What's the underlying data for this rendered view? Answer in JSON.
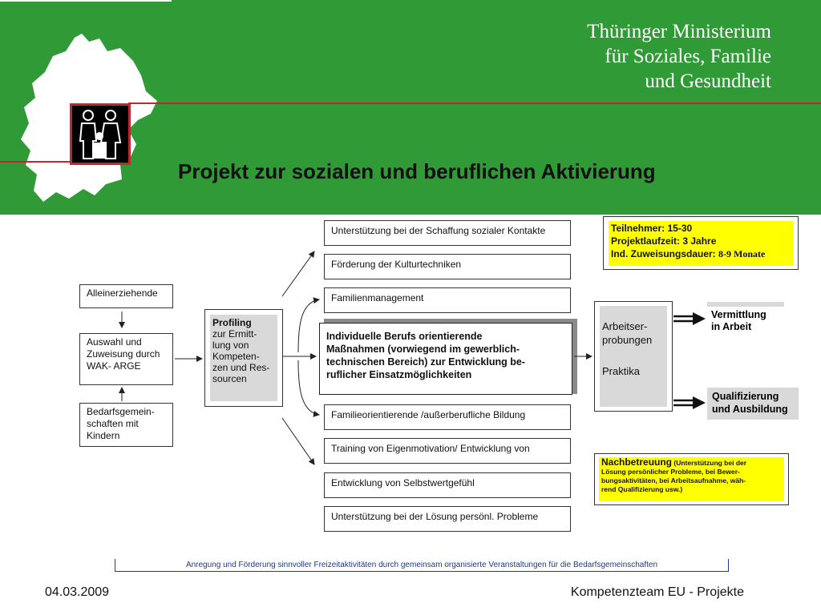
{
  "header": {
    "ministry_lines": [
      "Thüringer Ministerium",
      "für Soziales, Familie",
      "und Gesundheit"
    ],
    "title": "Projekt zur sozialen und beruflichen Aktivierung",
    "colors": {
      "green": "#2f9a36",
      "red": "#c0282d"
    }
  },
  "logo": {
    "icon": "family-figures-icon"
  },
  "left_column": {
    "alleinerziehende": "Alleinerziehende",
    "auswahl": [
      "Auswahl und",
      "Zuweisung durch",
      "WAK- ARGE"
    ],
    "bedarf": [
      "Bedarfsgemein-",
      "schaften mit",
      "Kindern"
    ]
  },
  "profiling": {
    "title": "Profiling",
    "lines": [
      "zur Ermitt-",
      "lung von",
      "Kompeten-",
      "zen und Res-",
      "sourcen"
    ]
  },
  "measures": [
    "Unterstützung bei der Schaffung sozialer Kontakte",
    "Förderung der Kulturtechniken",
    "Familienmanagement",
    "Familieorientierende /außerberufliche Bildung",
    "Training von Eigenmotivation/ Entwicklung von",
    "Entwicklung von Selbstwertgefühl",
    "Unterstützung bei der Lösung persönl. Probleme"
  ],
  "central_measure": [
    "Individuelle Berufs orientierende",
    "Maßnahmen (vorwiegend im gewerblich-",
    "technischen Bereich) zur Entwicklung be-",
    "ruflicher Einsatzmöglichkeiten"
  ],
  "info_box": {
    "line1_label": "Teilnehmer:",
    "line1_value": "15-30",
    "line2_label": "Projektlaufzeit:",
    "line2_value": "3 Jahre",
    "line3_label": "Ind. Zuweisungsdauer:",
    "line3_value": "8-9 Monate"
  },
  "placement": {
    "line1": "Arbeitser-",
    "line2": "probungen",
    "line3": "Praktika"
  },
  "outcomes": {
    "vermittlung": [
      "Vermittlung",
      "in Arbeit"
    ],
    "qualifizierung": [
      "Qualifizierung",
      "und Ausbildung"
    ]
  },
  "nachbetreuung": {
    "title": "Nachbetreuung",
    "lines": [
      "(Unterstützung bei der",
      "Lösung  persönlicher Probleme, bei Bewer-",
      "bungsaktivitäten, bei Arbeitsaufnahme, wäh-",
      "rend Qualifizierung usw.)"
    ]
  },
  "bottom_note": "Anregung und Förderung sinnvoller Freizeitaktivitäten durch gemeinsam organisierte Veranstaltungen für die Bedarfsgemeinschaften",
  "footer": {
    "date": "04.03.2009",
    "right": "Kompetenzteam EU - Projekte"
  }
}
